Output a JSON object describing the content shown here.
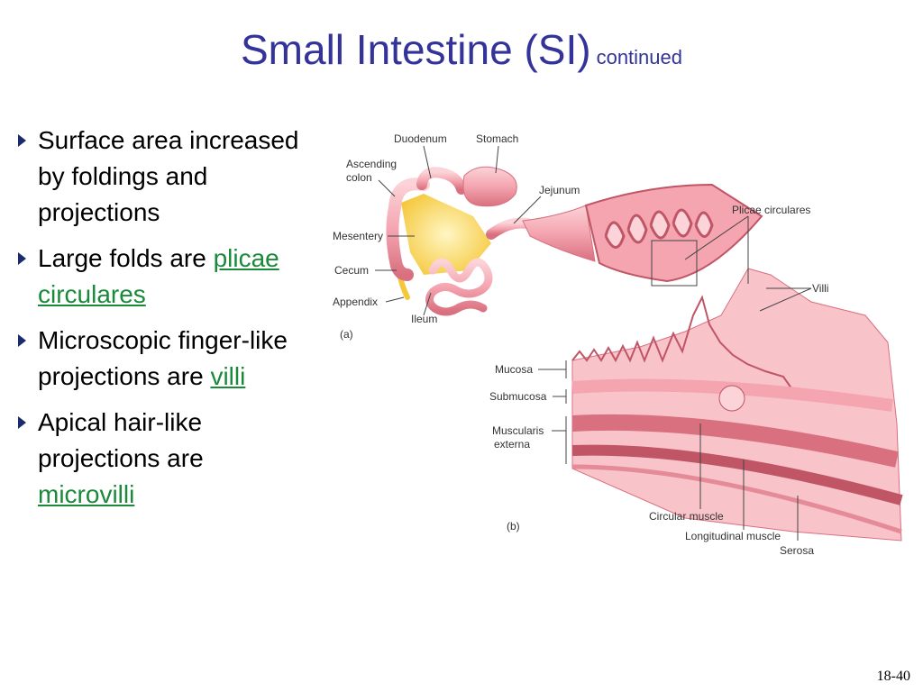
{
  "slide": {
    "title": "Small Intestine (SI)",
    "title_suffix": "continued",
    "page_number": "18-40"
  },
  "bullets": [
    {
      "text": "Surface area increased by foldings and projections",
      "term": ""
    },
    {
      "text": "Large folds are ",
      "term": "plicae circulares"
    },
    {
      "text": "Microscopic finger-like projections are ",
      "term": "villi"
    },
    {
      "text": "Apical hair-like projections are ",
      "term": "microvilli"
    }
  ],
  "figure": {
    "panel_a": {
      "tag": "(a)",
      "labels": {
        "duodenum": "Duodenum",
        "stomach": "Stomach",
        "ascending_colon_1": "Ascending",
        "ascending_colon_2": "colon",
        "jejunum": "Jejunum",
        "plicae_circulares": "Plicae circulares",
        "mesentery": "Mesentery",
        "cecum": "Cecum",
        "appendix": "Appendix",
        "ileum": "Ileum",
        "villi": "Villi"
      }
    },
    "panel_b": {
      "tag": "(b)",
      "labels": {
        "mucosa": "Mucosa",
        "submucosa": "Submucosa",
        "muscularis_1": "Muscularis",
        "muscularis_2": "externa",
        "circular_muscle": "Circular muscle",
        "longitudinal_muscle": "Longitudinal muscle",
        "serosa": "Serosa"
      }
    },
    "colors": {
      "tissue": "#f4a5b0",
      "tissue_light": "#fbd3d8",
      "tissue_dark": "#d9707f",
      "mesentery": "#f5c83c",
      "title_blue": "#33339a",
      "link_green": "#1a8a3a"
    }
  }
}
